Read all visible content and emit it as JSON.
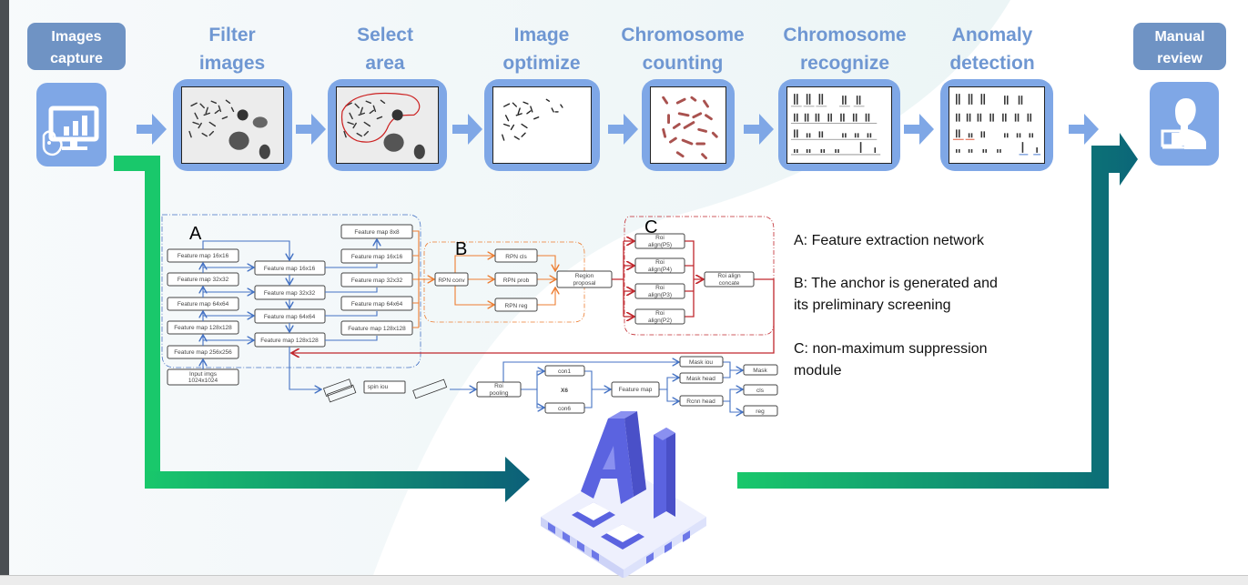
{
  "flow": {
    "start_tag": "Images capture",
    "end_tag": "Manual review",
    "steps": [
      {
        "title_line1": "Filter",
        "title_line2": "images"
      },
      {
        "title_line1": "Select",
        "title_line2": "area"
      },
      {
        "title_line1": "Image",
        "title_line2": "optimize"
      },
      {
        "title_line1": "Chromosome",
        "title_line2": "counting"
      },
      {
        "title_line1": "Chromosome",
        "title_line2": "recognize"
      },
      {
        "title_line1": "Anomaly",
        "title_line2": "detection"
      }
    ],
    "start_icon": "monitor-chart-icon",
    "end_icon": "user-laptop-icon"
  },
  "network": {
    "section_a_label": "A",
    "section_b_label": "B",
    "section_c_label": "C",
    "left_column": [
      "Feature map 16x16",
      "Feature map 32x32",
      "Feature map 64x64",
      "Feature map 128x128",
      "Feature map 256x256"
    ],
    "input_line1": "Input imgs",
    "input_line2": "1024x1024",
    "middle_column": [
      "Feature map 16x16",
      "Feature map 32x32",
      "Feature map 64x64",
      "Feature map 128x128"
    ],
    "right_column": [
      "Feature map 8x8",
      "Feature map 16x16",
      "Feature map 32x32",
      "Feature map 64x64",
      "Feature map 128x128"
    ],
    "rpn_conv": "RPN conv",
    "rpn_outputs": [
      "RPN cls",
      "RPN prob",
      "RPN reg"
    ],
    "region_line1": "Region",
    "region_line2": "proposal",
    "roi_align": [
      {
        "l1": "Roi",
        "l2": "align(P5)"
      },
      {
        "l1": "Roi",
        "l2": "align(P4)"
      },
      {
        "l1": "Roi",
        "l2": "align(P3)"
      },
      {
        "l1": "Roi",
        "l2": "align(P2)"
      }
    ],
    "roi_concat_line1": "Roi align",
    "roi_concat_line2": "concate",
    "spin_iou": "spin iou",
    "roi_pool_line1": "Roi",
    "roi_pool_line2": "pooling",
    "con1": "con1",
    "x6": "X6",
    "con6": "con6",
    "feature_map": "Feature map",
    "mask_iou": "Mask iou",
    "mask_head": "Mask head",
    "rcnn_head": "Rcnn head",
    "mask": "Mask",
    "cls": "cls",
    "reg": "reg"
  },
  "legend": {
    "a": "A: Feature extraction network",
    "b_line1": "B: The anchor is generated and",
    "b_line2": "its preliminary screening",
    "c_line1": "C: non-maximum suppression",
    "c_line2": "module"
  },
  "ai_logo_text": "AI",
  "colors": {
    "step_title": "#6f97d2",
    "frame": "#7fa7e6",
    "tag": "#6f93c4",
    "green": "#19c86b",
    "teal": "#0b5f78",
    "blue_line": "#4472c4",
    "orange_line": "#ed7d31",
    "red_line": "#c0272d",
    "ai_purple": "#5b63e0"
  }
}
